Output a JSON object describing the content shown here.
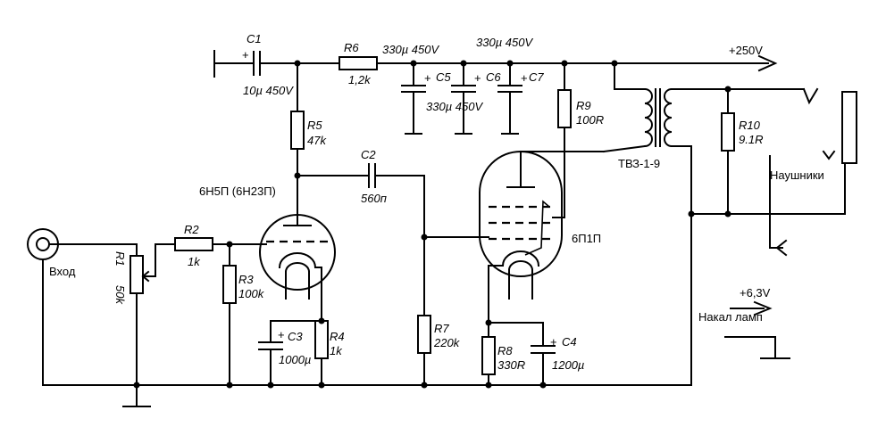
{
  "schematic": {
    "c1": {
      "name": "C1",
      "value": "10µ 450V"
    },
    "r6": {
      "name": "R6",
      "value": "1,2k"
    },
    "c5_top_value": "330µ 450V",
    "c7_top_value": "330µ 450V",
    "c5": {
      "name": "C5"
    },
    "c6": {
      "name": "C6"
    },
    "c7": {
      "name": "C7"
    },
    "c56_value": "330µ 450V",
    "supply": "+250V",
    "r9": {
      "name": "R9",
      "value": "100R"
    },
    "r5": {
      "name": "R5",
      "value": "47k"
    },
    "c2": {
      "name": "C2",
      "value": "560п"
    },
    "tube1": "6Н5П (6Н23П)",
    "tube2": "6П1П",
    "transformer": "ТВЗ-1-9",
    "r10": {
      "name": "R10",
      "value": "9.1R"
    },
    "headphones": "Наушники",
    "input": "Вход",
    "r1": {
      "name": "R1",
      "value": "50k"
    },
    "r2": {
      "name": "R2",
      "value": "1k"
    },
    "r3": {
      "name": "R3",
      "value": "100k"
    },
    "c3": {
      "name": "C3",
      "value": "1000µ"
    },
    "r4": {
      "name": "R4",
      "value": "1k"
    },
    "r7": {
      "name": "R7",
      "value": "220k"
    },
    "r8": {
      "name": "R8",
      "value": "330R"
    },
    "c4": {
      "name": "C4",
      "value": "1200µ"
    },
    "heater_voltage": "+6,3V",
    "heater_label": "Накал ламп"
  }
}
